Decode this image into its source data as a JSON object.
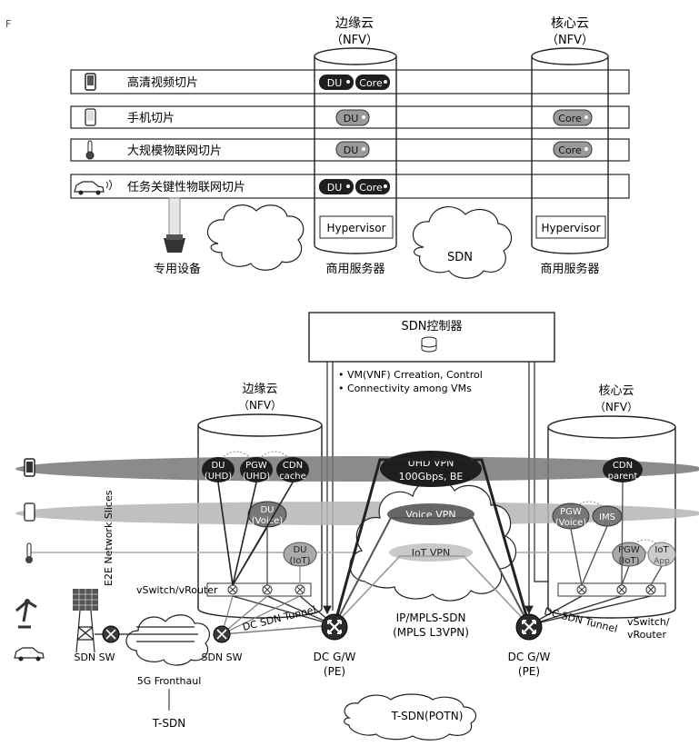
{
  "top": {
    "corner_mark": "F",
    "edge_cloud": {
      "title": "边缘云",
      "sub": "（NFV）",
      "hypervisor": "Hypervisor",
      "server": "商用服务器"
    },
    "core_cloud": {
      "title": "核心云",
      "sub": "（NFV）",
      "hypervisor": "Hypervisor",
      "server": "商用服务器"
    },
    "slices": [
      {
        "label": "高清视频切片",
        "icon": "smartphone-icon"
      },
      {
        "label": "手机切片",
        "icon": "mobile-phone-icon"
      },
      {
        "label": "大规模物联网切片",
        "icon": "thermometer-icon"
      },
      {
        "label": "任务关键性物联网切片",
        "icon": "car-icon"
      }
    ],
    "pills": {
      "du": "DU",
      "core": "Core"
    },
    "device_label": "专用设备",
    "sdn_label": "SDN"
  },
  "bottom": {
    "controller": {
      "title": "SDN控制器"
    },
    "bullets": [
      "VM(VNF) Crreation, Control",
      "Connectivity among VMs"
    ],
    "e2e_label": "E2E Network Slices",
    "edge_cloud": {
      "title": "边缘云",
      "sub": "（NFV）",
      "du_uhd": [
        "DU",
        "(UHD)"
      ],
      "pgw_uhd": [
        "PGW",
        "(UHD)"
      ],
      "cdn_cache": [
        "CDN",
        "cache"
      ],
      "du_voice": [
        "DU",
        "(Voice)"
      ],
      "du_iot": [
        "DU",
        "(IoT)"
      ],
      "vswitch": "vSwitch/vRouter"
    },
    "core_cloud": {
      "title": "核心云",
      "sub": "（NFV）",
      "cdn_parent": [
        "CDN",
        "parent"
      ],
      "pgw_voice": [
        "PGW",
        "(Voice)"
      ],
      "ims": "IMS",
      "pgw_iot": [
        "PGW",
        "(IoT)"
      ],
      "iot_app": [
        "IoT",
        "App"
      ],
      "vswitch": [
        "vSwitch/",
        "vRouter"
      ]
    },
    "vpn": {
      "uhd": [
        "UHD VPN",
        "100Gbps, BE"
      ],
      "voice": "Voice VPN",
      "iot": "IoT VPN"
    },
    "tunnel_left": "DC SDN Tunnel",
    "tunnel_right": "DC SDN Tunnel",
    "mpls": [
      "IP/MPLS-SDN",
      "(MPLS L3VPN)"
    ],
    "gw_left": [
      "DC G/W",
      "(PE)"
    ],
    "gw_right": [
      "DC G/W",
      "(PE)"
    ],
    "sdn_sw_left": "SDN SW",
    "sdn_sw_right": "SDN SW",
    "fronthaul": "5G Fronthaul",
    "tsdn": "T-SDN",
    "tsdn_potn": "T-SDN(POTN)"
  }
}
